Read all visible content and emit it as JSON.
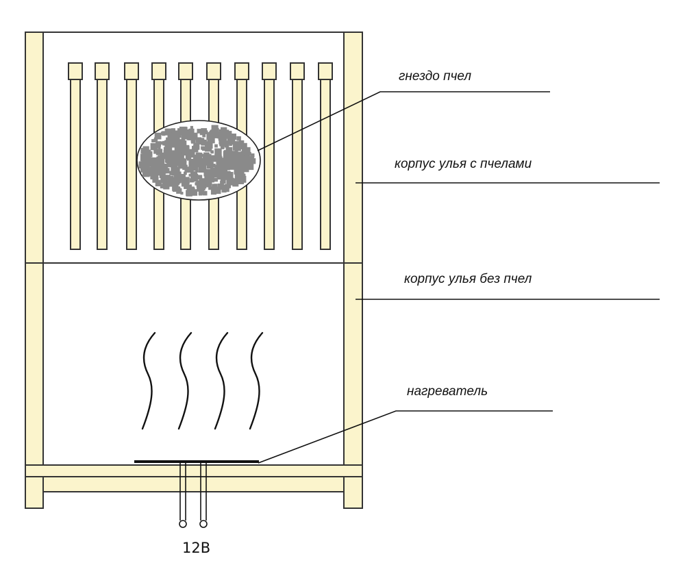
{
  "labels": {
    "nest": "гнездо пчел",
    "upper_body": "корпус улья с пчелами",
    "lower_body": "корпус улья без пчел",
    "heater": "нагреватель"
  },
  "voltage": "12В",
  "colors": {
    "wood": "#fbf4cc",
    "outline": "#333333",
    "nest_fill": "#8a8a8a"
  },
  "icons": {
    "heat_waves": "heat-wave-icon",
    "terminals": "terminal-icon"
  }
}
